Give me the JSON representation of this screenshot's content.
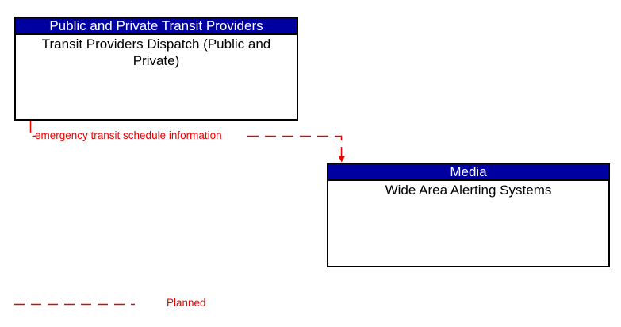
{
  "boxes": {
    "source": {
      "header": "Public and Private Transit Providers",
      "body": "Transit Providers Dispatch (Public and Private)"
    },
    "destination": {
      "header": "Media",
      "body": "Wide Area Alerting Systems"
    }
  },
  "flow": {
    "label": "emergency transit schedule information",
    "from": "Transit Providers Dispatch (Public and Private)",
    "to": "Wide Area Alerting Systems",
    "line_style": "dashed",
    "status": "Planned"
  },
  "legend": {
    "label": "Planned",
    "line_style": "dashed"
  },
  "colors": {
    "background": "#ffffff",
    "header_bg": "#0000a0",
    "header_text": "#ffffff",
    "body_text": "#000000",
    "box_border": "#000000",
    "flow_red": "#ee0000"
  }
}
